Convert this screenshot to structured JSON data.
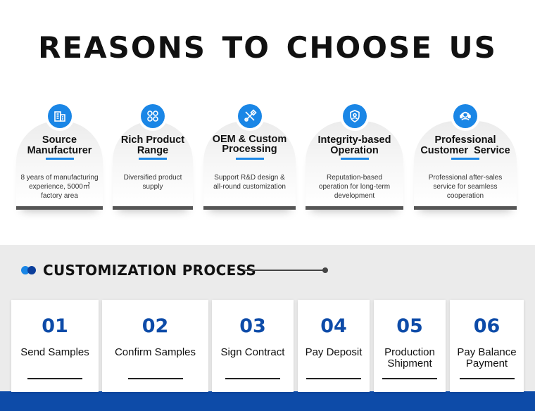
{
  "title": "REASONS TO CHOOSE US",
  "reasons": [
    {
      "icon": "building-icon",
      "title": "Source\nManufacturer",
      "desc": "8 years of manufacturing experience, 5000㎡ factory area"
    },
    {
      "icon": "grid-icon",
      "title": "Rich Product\nRange",
      "desc": "Diversified product supply"
    },
    {
      "icon": "tools-icon",
      "title": "OEM & Custom\nProcessing",
      "desc": "Support R&D design & all-round customization"
    },
    {
      "icon": "shield-icon",
      "title": "Integrity-based\nOperation",
      "desc": "Reputation-based operation for long-term development"
    },
    {
      "icon": "headset-icon",
      "title": "Professional\nCustomer  Service",
      "desc": "Professional after-sales service for seamless cooperation"
    }
  ],
  "process": {
    "title": "CUSTOMIZATION PROCESS",
    "steps": [
      {
        "num": "01",
        "label": "Send Samples"
      },
      {
        "num": "02",
        "label": "Confirm Samples"
      },
      {
        "num": "03",
        "label": "Sign Contract"
      },
      {
        "num": "04",
        "label": "Pay Deposit"
      },
      {
        "num": "05",
        "label": "Production\nShipment"
      },
      {
        "num": "06",
        "label": "Pay Balance\nPayment"
      }
    ]
  },
  "colors": {
    "accent": "#1a86e6",
    "dark_blue": "#0d4ba8",
    "card_border": "#555555",
    "section_bg": "#ebebeb"
  }
}
